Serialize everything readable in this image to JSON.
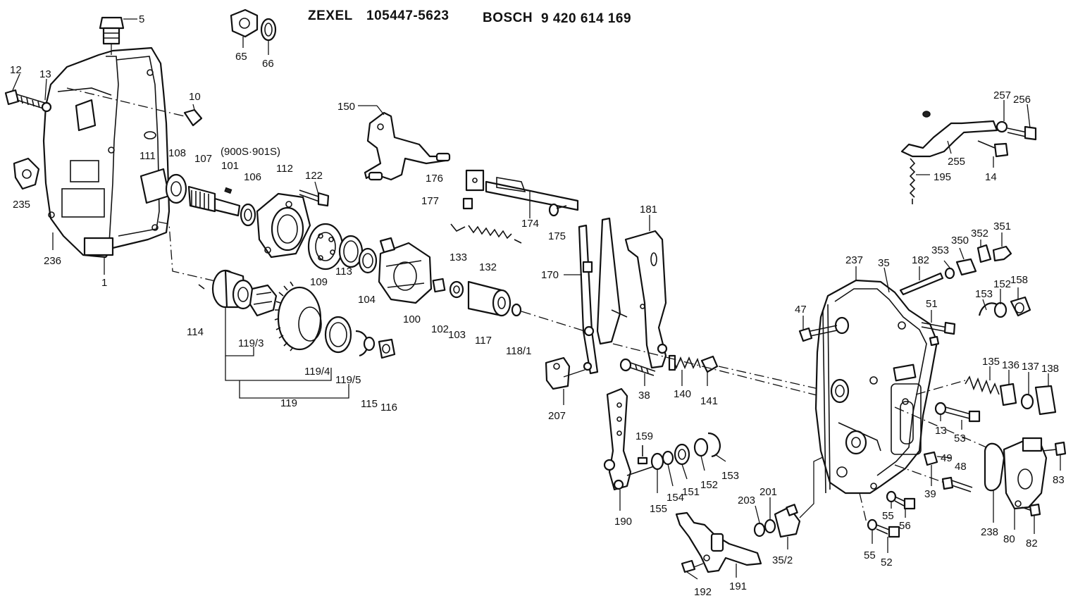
{
  "header": {
    "brand1": "ZEXEL",
    "part1": "105447-5623",
    "brand2": "BOSCH",
    "part2": "9 420 614 169"
  },
  "annotations": {
    "note_900s": "(900S·901S)"
  },
  "callouts": {
    "c5": "5",
    "c65": "65",
    "c66": "66",
    "c12": "12",
    "c13a": "13",
    "c10": "10",
    "c235": "235",
    "c236": "236",
    "c1": "1",
    "c111": "111",
    "c108": "108",
    "c107": "107",
    "c101": "101",
    "c106": "106",
    "c112": "112",
    "c122": "122",
    "c114": "114",
    "c119_3": "119/3",
    "c119": "119",
    "c119_4": "119/4",
    "c119_5": "119/5",
    "c115": "115",
    "c116": "116",
    "c109": "109",
    "c113": "113",
    "c104": "104",
    "c100": "100",
    "c102": "102",
    "c103": "103",
    "c117": "117",
    "c118_1": "118/1",
    "c150": "150",
    "c176": "176",
    "c177": "177",
    "c174": "174",
    "c175": "175",
    "c133": "133",
    "c132": "132",
    "c170": "170",
    "c181": "181",
    "c207": "207",
    "c38": "38",
    "c140": "140",
    "c141": "141",
    "c159": "159",
    "c190": "190",
    "c155": "155",
    "c154": "154",
    "c151": "151",
    "c152a": "152",
    "c153a": "153",
    "c203": "203",
    "c201": "201",
    "c35_2": "35/2",
    "c192": "192",
    "c191": "191",
    "c257": "257",
    "c256": "256",
    "c255": "255",
    "c195": "195",
    "c14": "14",
    "c351": "351",
    "c350": "350",
    "c352": "352",
    "c353": "353",
    "c182": "182",
    "c237": "237",
    "c35": "35",
    "c47": "47",
    "c51": "51",
    "c153b": "153",
    "c152b": "152",
    "c158": "158",
    "c135": "135",
    "c136": "136",
    "c137": "137",
    "c138": "138",
    "c13b": "13",
    "c53": "53",
    "c49": "49",
    "c48": "48",
    "c39": "39",
    "c83": "83",
    "c55a": "55",
    "c56": "56",
    "c55b": "55",
    "c52": "52",
    "c238": "238",
    "c80": "80",
    "c82": "82"
  }
}
